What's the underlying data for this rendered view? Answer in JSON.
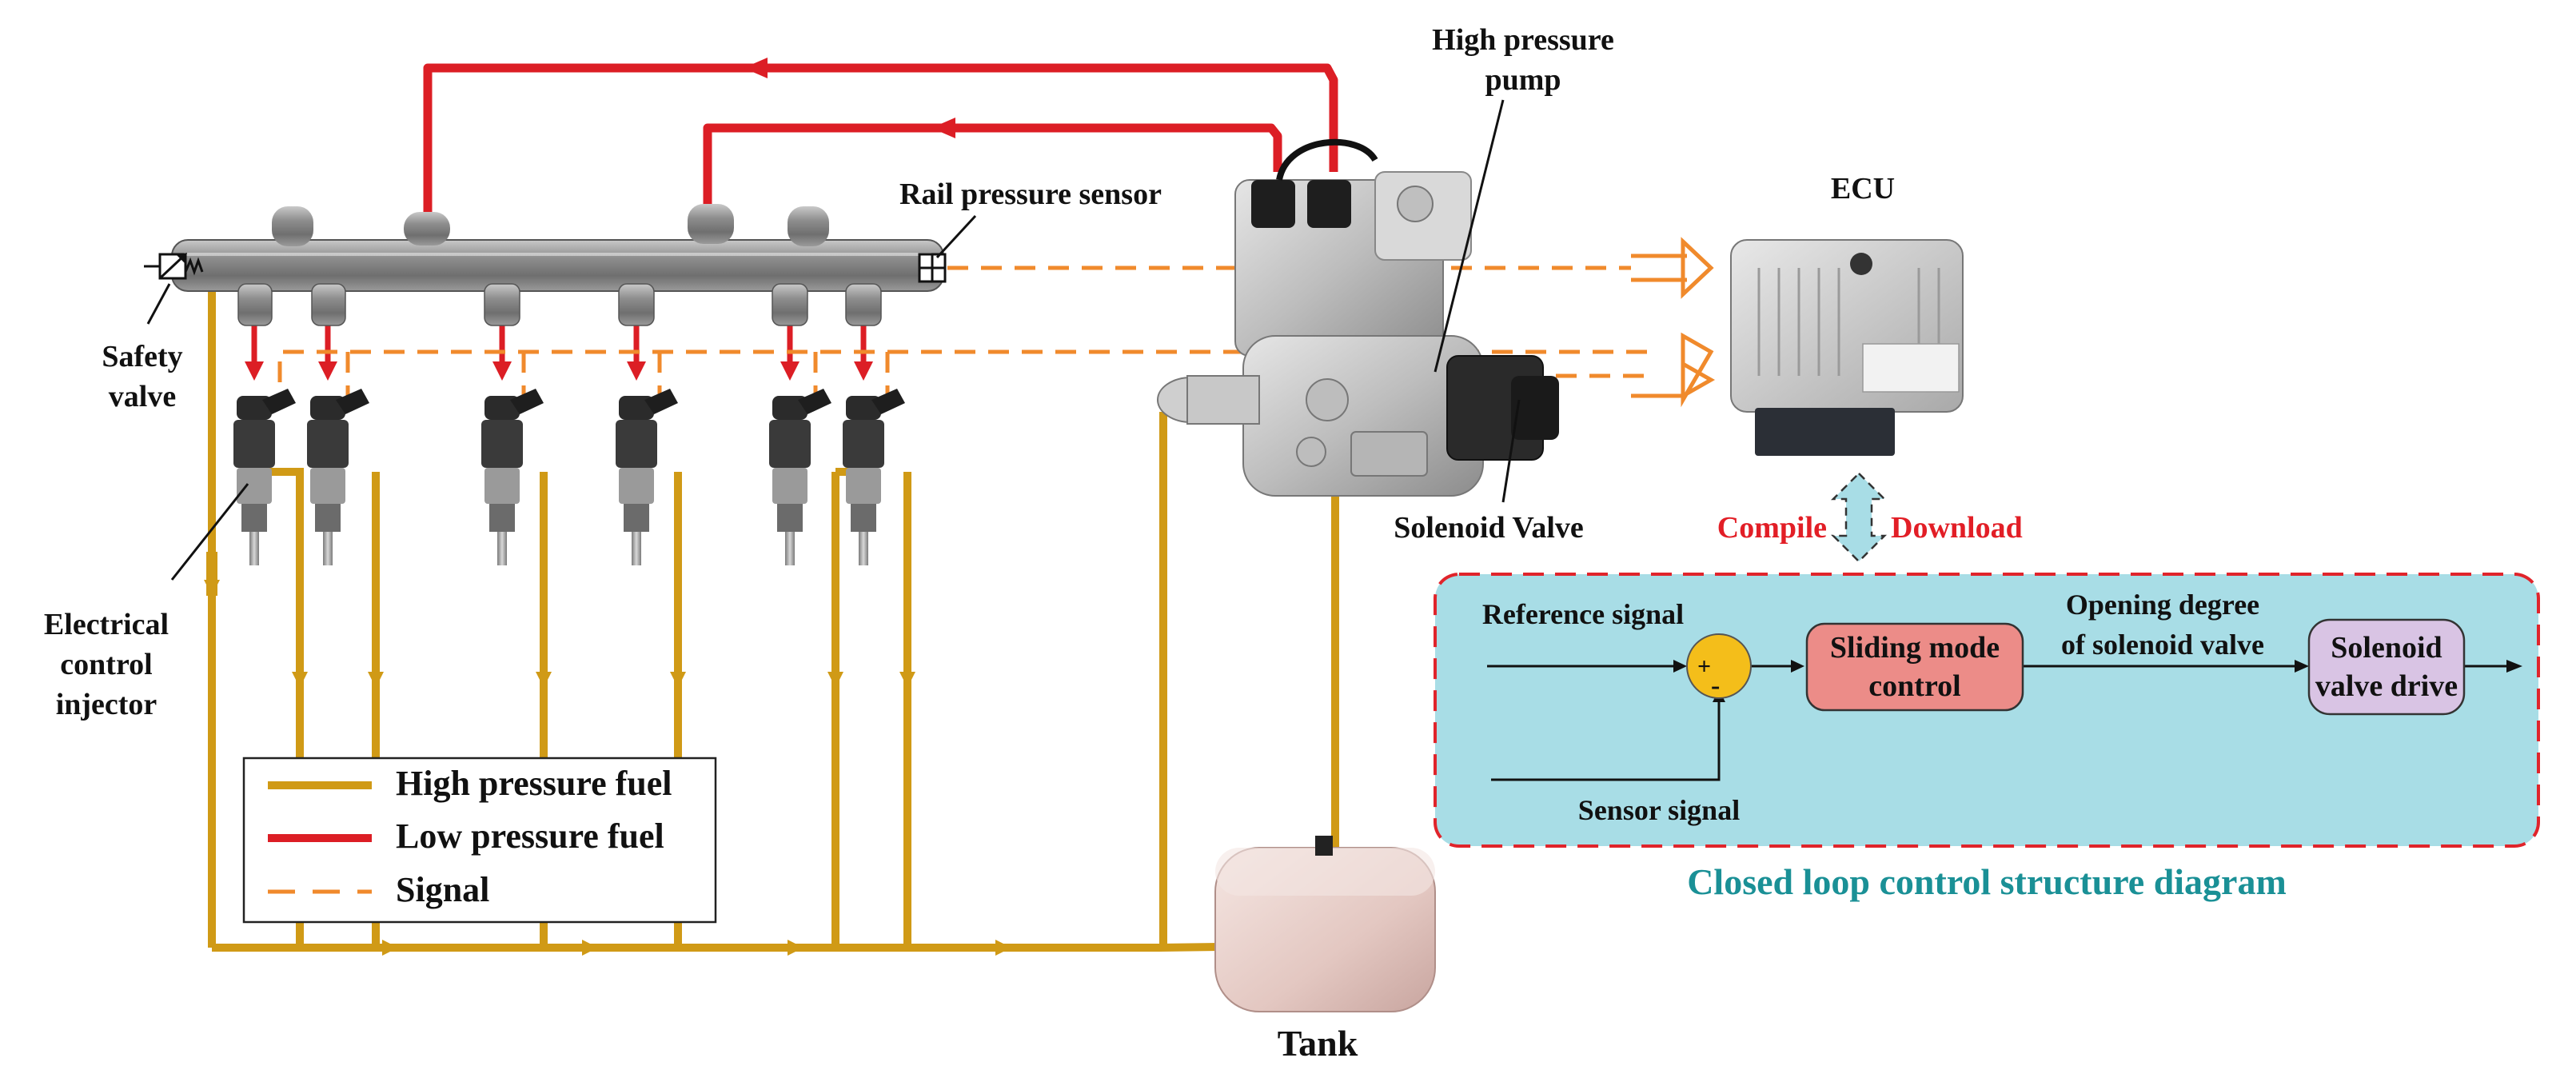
{
  "labels": {
    "high_pressure_pump": [
      "High pressure",
      "pump"
    ],
    "rail_pressure_sensor": "Rail pressure sensor",
    "ecu": "ECU",
    "safety_valve": [
      "Safety",
      "valve"
    ],
    "injector": [
      "Electrical",
      "control",
      "injector"
    ],
    "solenoid_valve": "Solenoid Valve",
    "tank": "Tank",
    "compile": "Compile",
    "download": "Download"
  },
  "legend": {
    "high_pressure_fuel": "High pressure fuel",
    "low_pressure_fuel": "Low pressure fuel",
    "signal": "Signal"
  },
  "control_diagram": {
    "caption": "Closed loop control structure diagram",
    "reference_signal": "Reference signal",
    "sensor_signal": "Sensor signal",
    "sum_plus": "+",
    "sum_minus": "-",
    "sliding_mode": [
      "Sliding mode",
      "control"
    ],
    "opening_degree": [
      "Opening degree",
      "of solenoid valve"
    ],
    "valve_drive": [
      "Solenoid",
      "valve drive"
    ]
  },
  "colors": {
    "high_pressure_fuel": "#D09A16",
    "low_pressure_fuel": "#DC1E25",
    "signal": "#F08A2C",
    "label_red": "#E21E26",
    "caption_teal": "#1A9096",
    "panel_fill": "#A8DDE6",
    "panel_border": "#E0242B",
    "sliding_fill": "#EC8C88",
    "drive_fill": "#D9C4E4",
    "sum_fill": "#F4BE1A"
  }
}
